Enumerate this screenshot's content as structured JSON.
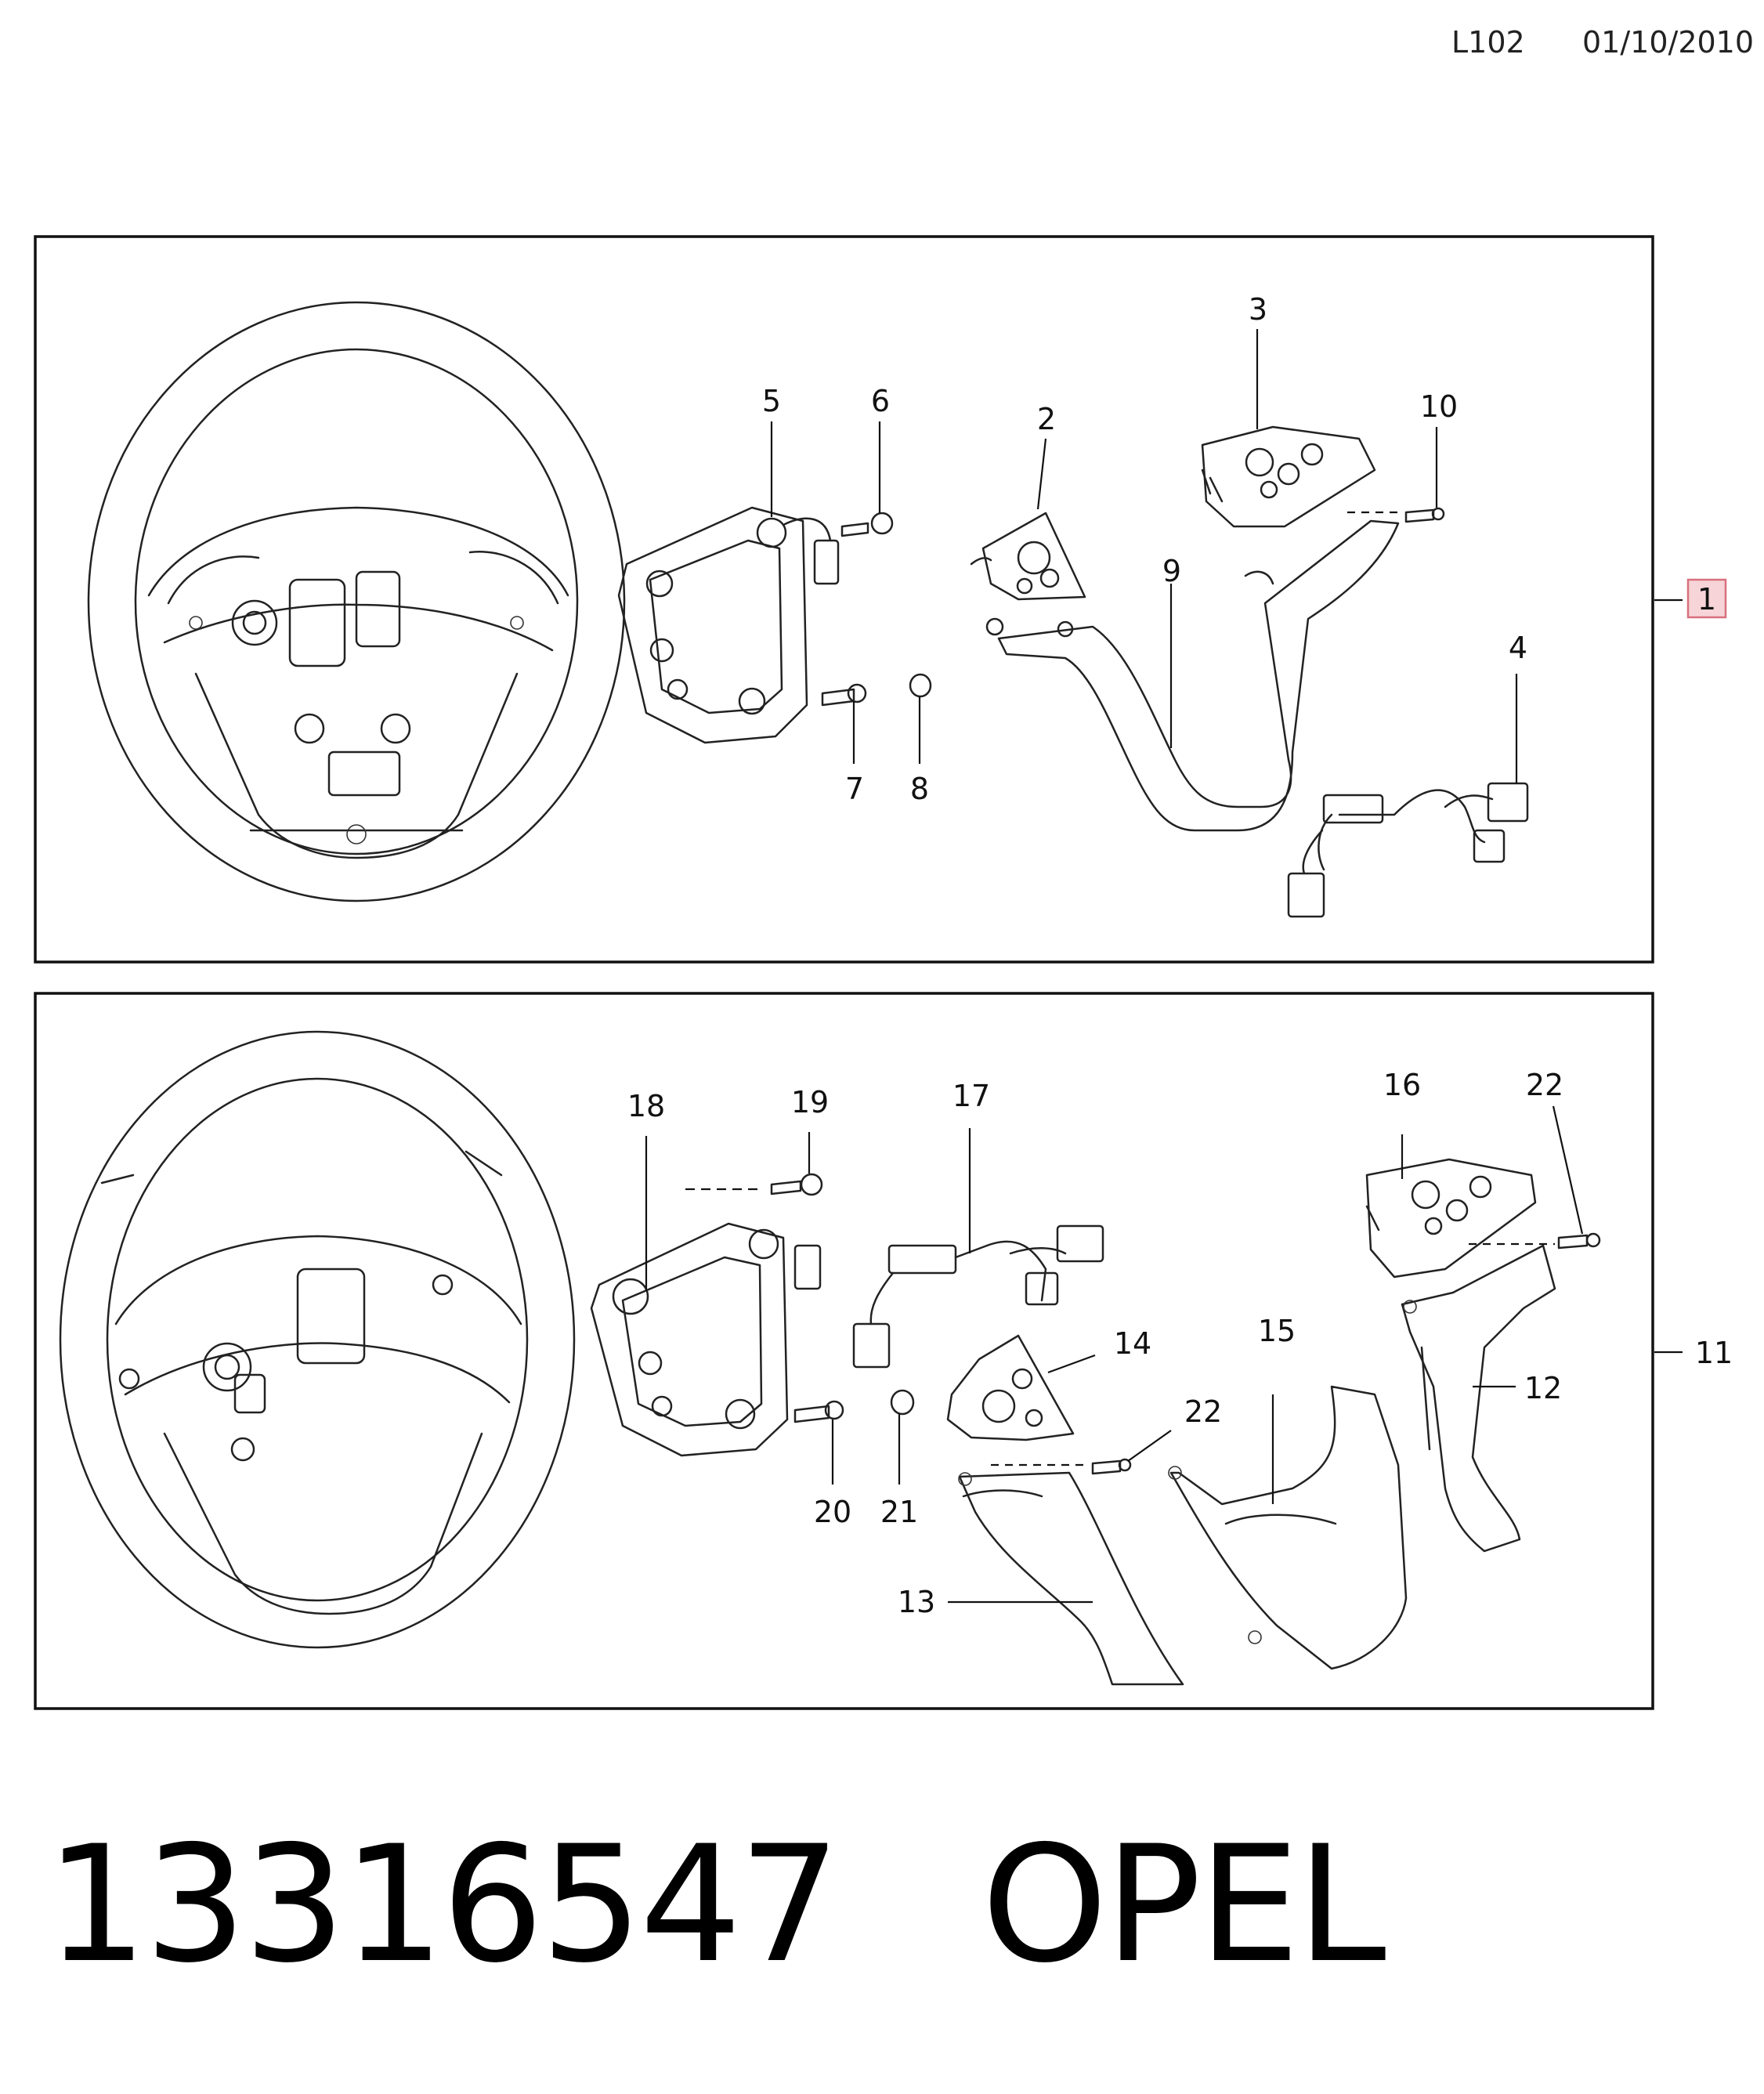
{
  "header": {
    "code": "L102",
    "date": "01/10/2010"
  },
  "callouts": {
    "p1": "1",
    "p2": "2",
    "p3": "3",
    "p4": "4",
    "p5": "5",
    "p6": "6",
    "p7": "7",
    "p8": "8",
    "p9": "9",
    "p10": "10",
    "p11": "11",
    "p12": "12",
    "p13": "13",
    "p14": "14",
    "p15": "15",
    "p16": "16",
    "p17": "17",
    "p18": "18",
    "p19": "19",
    "p20": "20",
    "p21": "21",
    "p22a": "22",
    "p22b": "22"
  },
  "footer": {
    "part_number": "13316547",
    "brand": "OPEL"
  },
  "colors": {
    "highlight_fill": "#f6d4d8",
    "highlight_stroke": "#d9707e",
    "ink": "#111111"
  }
}
